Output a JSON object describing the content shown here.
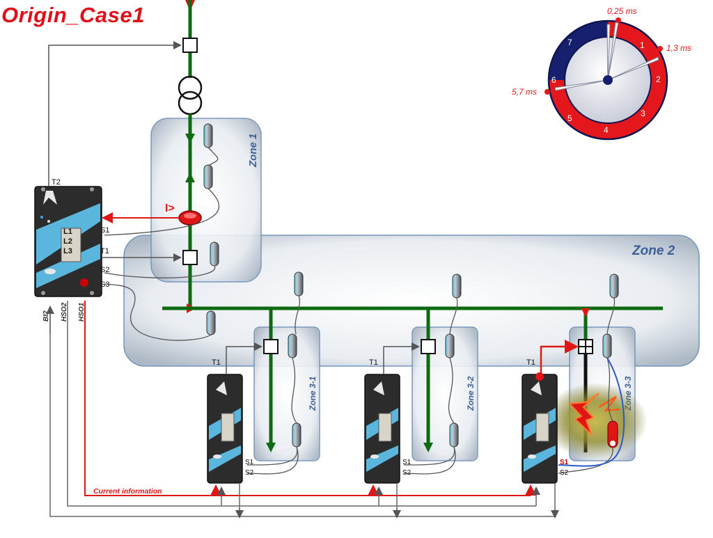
{
  "diagram": {
    "title": "Origin_Case1",
    "colors": {
      "busbar": "#0e6a10",
      "signal": "#e01616",
      "wire": "#6a6a6a",
      "zone_fill": "#dde3ea",
      "zone_border": "#6e8fb8",
      "zone_label": "#3c5f95",
      "clock_red": "#e4181c",
      "clock_navy": "#16206e"
    },
    "zones": {
      "zone1": "Zone 1",
      "zone2": "Zone 2",
      "zone31": "Zone 3-1",
      "zone32": "Zone 3-2",
      "zone33": "Zone 3-3"
    },
    "main_relay": {
      "t2": "T2",
      "s1": "S1",
      "t1": "T1",
      "s2": "S2",
      "s3": "S3",
      "l1": "L1",
      "l2": "L2",
      "l3": "L3",
      "bi2": "BI2",
      "hso2": "HSO2",
      "hso1": "HSO1"
    },
    "feeder_relays": [
      {
        "t1": "T1",
        "s1": "S1",
        "s2": "S2"
      },
      {
        "t1": "T1",
        "s1": "S1",
        "s2": "S2"
      },
      {
        "t1": "T1",
        "s1": "S1",
        "s2": "S2"
      }
    ],
    "current_information": "Current information",
    "clock": {
      "numbers": [
        "1",
        "2",
        "3",
        "4",
        "5",
        "6",
        "7"
      ],
      "time_0_25": "0,25 ms",
      "time_1_3": "1,3 ms",
      "time_5_7": "5,7 ms"
    }
  }
}
